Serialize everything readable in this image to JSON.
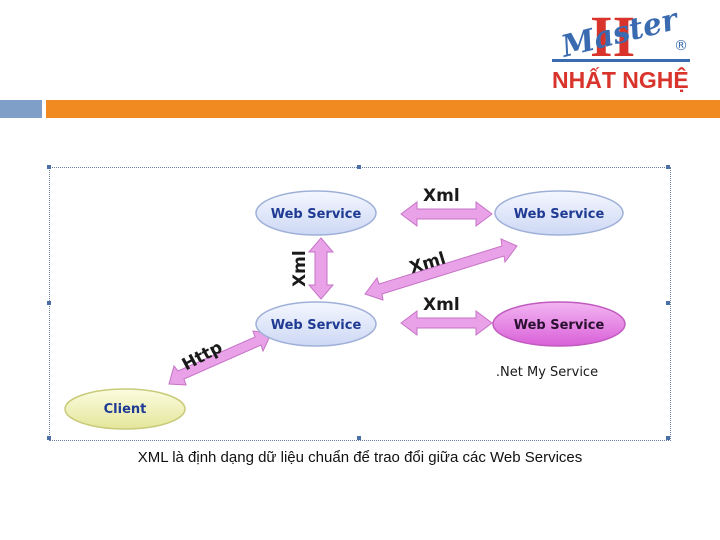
{
  "logo": {
    "brand_script": "Master",
    "monogram": "II",
    "registered": "®",
    "company": "NHẤT NGHỆ"
  },
  "diagram": {
    "nodes": {
      "ws_top_left": "Web Service",
      "ws_top_right": "Web Service",
      "ws_center": "Web Service",
      "ws_net": "Web Service",
      "client": "Client"
    },
    "arrows": {
      "top": "Xml",
      "diagonal": "Xml",
      "vertical": "Xml",
      "middle": "Xml",
      "client": "Http"
    },
    "net_caption": ".Net My Service"
  },
  "caption": "XML là định dạng dữ liệu chuẩn để trao đổi giữa các Web Services",
  "colors": {
    "accent_orange": "#f08a21",
    "accent_blue": "#7f9fc9",
    "node_blue": "#dfe6f8",
    "node_pink": "#e77fe5",
    "client_yellow": "#f1f2b4",
    "arrow_pink": "#e9a2e8"
  }
}
